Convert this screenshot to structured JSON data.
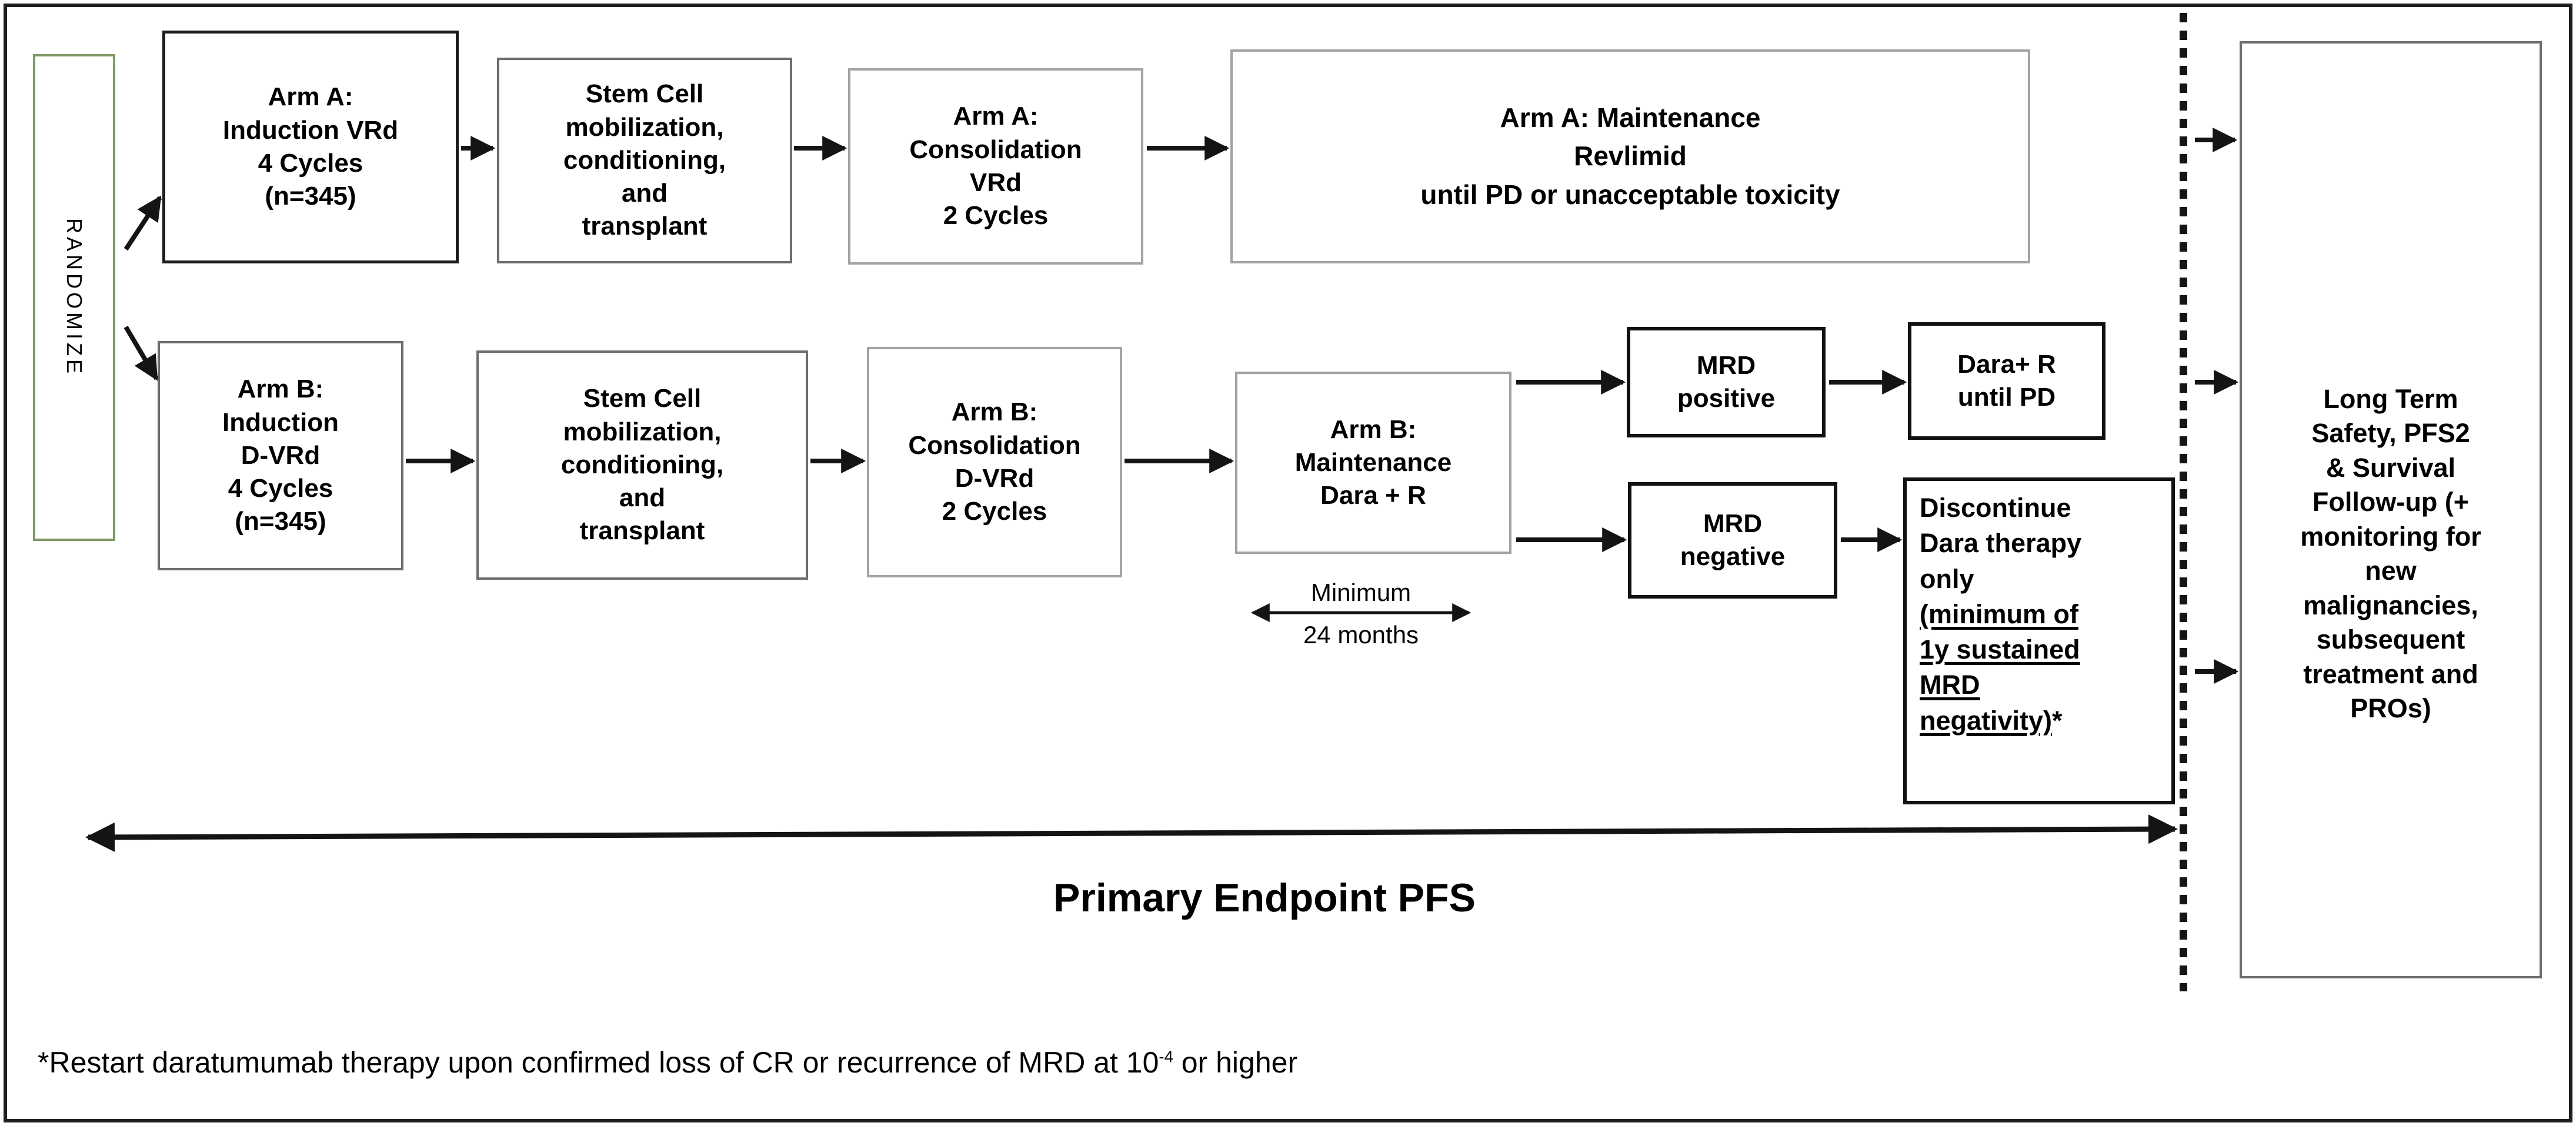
{
  "randomize_label": "RANDOMIZE",
  "arm_a": {
    "induction": "Arm A:\nInduction VRd\n4 Cycles\n(n=345)",
    "stem_cell": "Stem Cell\nmobilization,\nconditioning,\nand\ntransplant",
    "consolidation": "Arm A:\nConsolidation\nVRd\n2 Cycles",
    "maintenance": "Arm A: Maintenance\nRevlimid\nuntil PD or unacceptable toxicity"
  },
  "arm_b": {
    "induction": "Arm B:\nInduction\nD-VRd\n4 Cycles\n(n=345)",
    "stem_cell": "Stem Cell\nmobilization,\nconditioning,\nand\ntransplant",
    "consolidation": "Arm B:\nConsolidation\nD-VRd\n2 Cycles",
    "maintenance": "Arm B:\nMaintenance\nDara + R",
    "maintenance_duration_line1": "Minimum",
    "maintenance_duration_line2": "24 months",
    "mrd_positive": "MRD\npositive",
    "mrd_positive_outcome": "Dara+ R\nuntil PD",
    "mrd_negative": "MRD\nnegative",
    "mrd_negative_outcome_plain": "Discontinue\nDara therapy\nonly\n",
    "mrd_negative_outcome_underlined": "(minimum of\n1y sustained\nMRD\nnegativity)",
    "mrd_negative_outcome_suffix": "*"
  },
  "follow_up": "Long Term\nSafety, PFS2\n& Survival\nFollow-up (+\nmonitoring for\nnew\nmalignancies,\nsubsequent\ntreatment and\nPROs)",
  "primary_endpoint_label": "Primary Endpoint PFS",
  "footnote": {
    "prefix": "*Restart daratumumab therapy upon confirmed loss of CR or recurrence of MRD at 10",
    "superscript": "-4",
    "suffix": " or higher"
  },
  "colors": {
    "arrow": "#141414",
    "border-dark": "#1c1c1c",
    "border-gray": "#6e6e6e",
    "border-lightgray": "#a3a3a3",
    "border-green": "#7c9a62"
  }
}
